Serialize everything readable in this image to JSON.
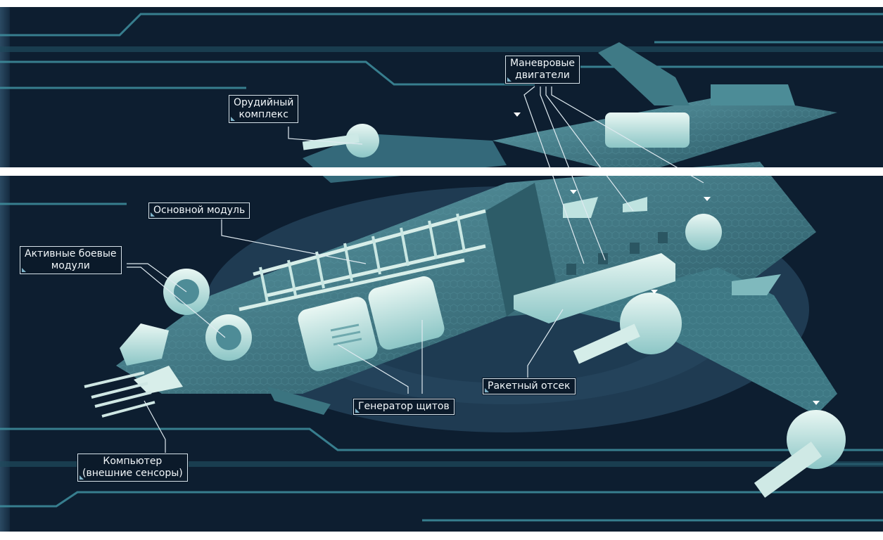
{
  "colors": {
    "background": "#0d1e30",
    "circuit_line": "#3f8f9f",
    "hull": "#3a6f7d",
    "hull_light": "#bfe6e3",
    "label_bg": "#0b1a2a",
    "label_border": "#d7e4ec"
  },
  "labels": {
    "weapon_complex": [
      "Орудийный",
      "комплекс"
    ],
    "maneuver_engines": [
      "Маневровые",
      "двигатели"
    ],
    "main_module": [
      "Основной модуль"
    ],
    "combat_modules": [
      "Активные боевые",
      "модули"
    ],
    "missile_bay": [
      "Ракетный отсек"
    ],
    "shield_generator": [
      "Генератор щитов"
    ],
    "computer": [
      "Компьютер",
      "(внешние сенсоры)"
    ]
  }
}
